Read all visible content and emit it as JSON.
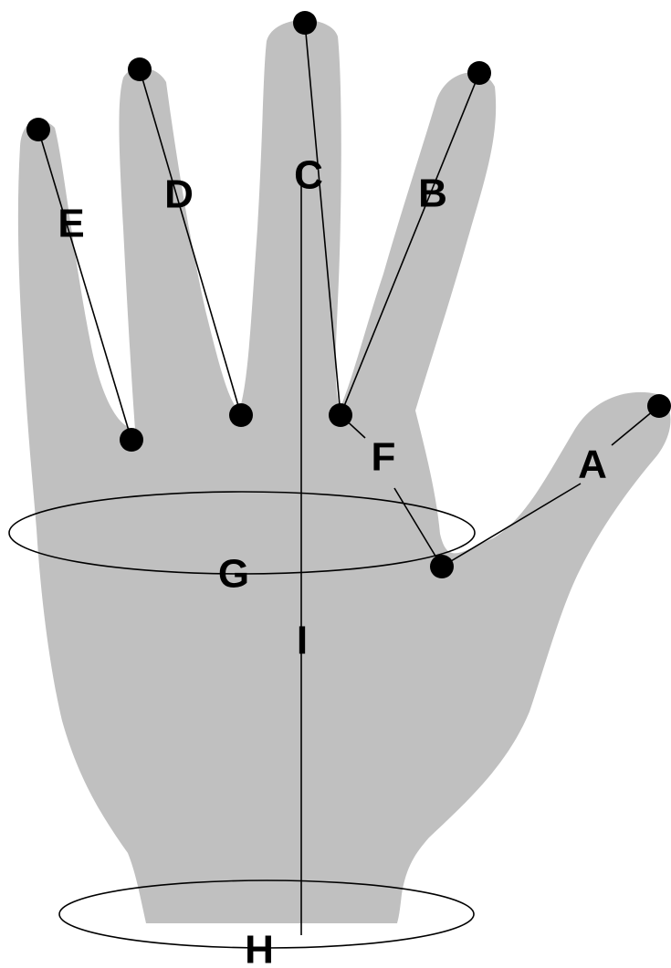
{
  "colors": {
    "hand": "#c0c0c0",
    "ink": "#000000",
    "background": "#ffffff"
  },
  "labels": {
    "a": "A",
    "b": "B",
    "c": "C",
    "d": "D",
    "e": "E",
    "f": "F",
    "g": "G",
    "h": "H",
    "i": "I"
  }
}
